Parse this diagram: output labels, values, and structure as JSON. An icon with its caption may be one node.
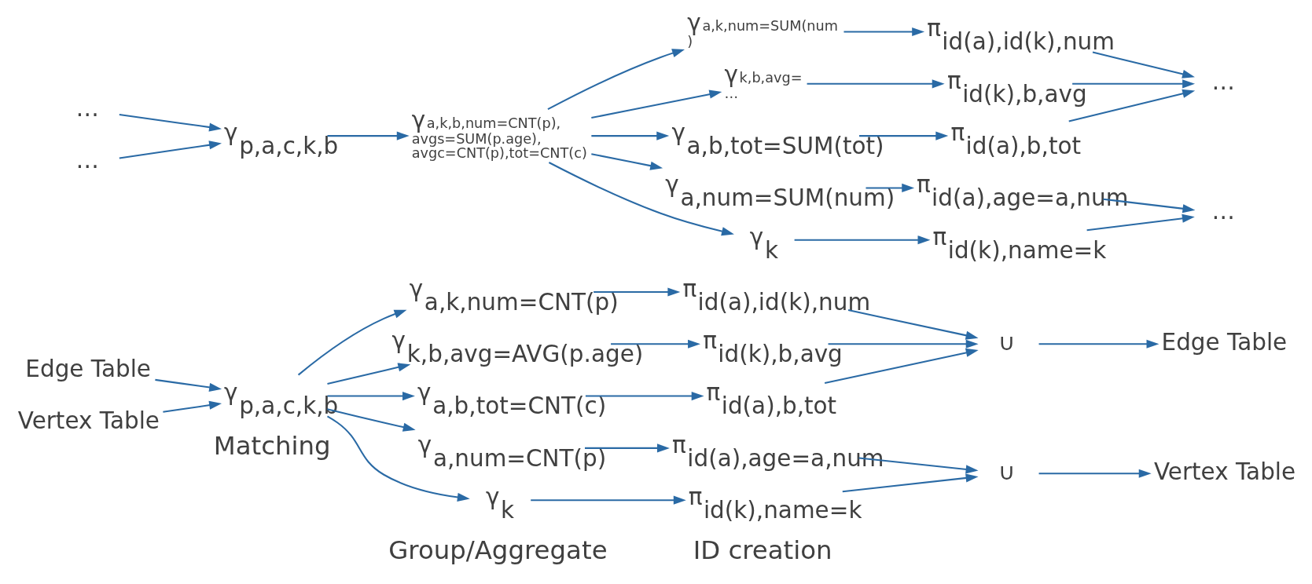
{
  "diagram": {
    "nodes": [
      {
        "text": [
          "Edge Table"
        ]
      },
      {
        "text": [
          "Vertex Table"
        ]
      },
      {
        "text": [
          "γ$_{p,a,c,k,b}$"
        ]
      },
      {
        "text": [
          "γ$_{a,k,num=CNT(p)}$"
        ]
      },
      {
        "text": [
          "γ$_{k,b,avg=AVG(p.age)}$"
        ]
      },
      {
        "text": [
          "γ$_{a,b,tot=CNT(c)}$"
        ]
      },
      {
        "text": [
          "γ$_{a,num=CNT(p)}$"
        ]
      },
      {
        "text": [
          "γ$_{k}$"
        ]
      },
      {
        "text": [
          "π$_{id(a),id(k),num}$"
        ]
      },
      {
        "text": [
          "π$_{id(k),b,avg}$"
        ]
      },
      {
        "text": [
          "π$_{id(a),b,tot}$"
        ]
      },
      {
        "text": [
          "π$_{id(a),age=a,num}$"
        ]
      },
      {
        "text": [
          "π$_{id(k),name=k}$"
        ]
      },
      {
        "text": [
          "∪"
        ]
      },
      {
        "text": [
          "∪"
        ]
      },
      {
        "text": [
          "Edge Table"
        ]
      },
      {
        "text": [
          "Vertex Table"
        ]
      },
      {
        "text": [
          "…"
        ]
      },
      {
        "text": [
          "…"
        ]
      },
      {
        "text": [
          "γ$_{p,a,c,k,b}$"
        ]
      },
      {
        "text": [
          "γ$_{a,k,b,num=CNT(p), avgs=SUM(p.age), avgc=CNT(p),tot=CNT(c)}$"
        ]
      },
      {
        "text": [
          "γ$_{a,k,num=SUM(num )}$"
        ]
      },
      {
        "text": [
          "γ$_{k,b,avg= …}$"
        ]
      },
      {
        "text": [
          "γ$_{a,b,tot=SUM(tot)}$"
        ]
      },
      {
        "text": [
          "γ$_{a,num=SUM(num)}$"
        ]
      },
      {
        "text": [
          "γ$_{k}$"
        ]
      },
      {
        "text": [
          "π$_{id(a),id(k),num}$"
        ]
      },
      {
        "text": [
          "π$_{id(k),b,avg}$"
        ]
      },
      {
        "text": [
          "π$_{id(a),b,tot}$"
        ]
      },
      {
        "text": [
          "π$_{id(a),age=a,num}$"
        ]
      },
      {
        "text": [
          "π$_{id(k),name=k}$"
        ]
      },
      {
        "text": [
          "…"
        ]
      },
      {
        "text": [
          "…"
        ]
      }
    ],
    "edges": [
      {
        "from": 0,
        "to": 2,
        "arrow": "to"
      },
      {
        "from": 1,
        "to": 2,
        "arrow": "to"
      },
      {
        "from": 2,
        "to": 3,
        "arrow": "to"
      },
      {
        "from": 2,
        "to": 4,
        "arrow": "to"
      },
      {
        "from": 2,
        "to": 5,
        "arrow": "to"
      },
      {
        "from": 2,
        "to": 6,
        "arrow": "to"
      },
      {
        "from": 2,
        "to": 7,
        "arrow": "to"
      },
      {
        "from": 3,
        "to": 8,
        "arrow": "to"
      },
      {
        "from": 4,
        "to": 9,
        "arrow": "to"
      },
      {
        "from": 5,
        "to": 10,
        "arrow": "to"
      },
      {
        "from": 6,
        "to": 11,
        "arrow": "to"
      },
      {
        "from": 7,
        "to": 12,
        "arrow": "to"
      },
      {
        "from": 8,
        "to": 13,
        "arrow": "to"
      },
      {
        "from": 9,
        "to": 13,
        "arrow": "to"
      },
      {
        "from": 10,
        "to": 13,
        "arrow": "to"
      },
      {
        "from": 11,
        "to": 14,
        "arrow": "to"
      },
      {
        "from": 12,
        "to": 14,
        "arrow": "to"
      },
      {
        "from": 13,
        "to": 15,
        "arrow": "to"
      },
      {
        "from": 14,
        "to": 16,
        "arrow": "to"
      },
      {
        "from": 17,
        "to": 19,
        "arrow": "to"
      },
      {
        "from": 18,
        "to": 19,
        "arrow": "to"
      },
      {
        "from": 19,
        "to": 20,
        "arrow": "to"
      },
      {
        "from": 20,
        "to": 21,
        "arrow": "to"
      },
      {
        "from": 20,
        "to": 22,
        "arrow": "to"
      },
      {
        "from": 20,
        "to": 23,
        "arrow": "to"
      },
      {
        "from": 20,
        "to": 24,
        "arrow": "to"
      },
      {
        "from": 20,
        "to": 25,
        "arrow": "to"
      },
      {
        "from": 21,
        "to": 26,
        "arrow": "to"
      },
      {
        "from": 22,
        "to": 27,
        "arrow": "to"
      },
      {
        "from": 23,
        "to": 28,
        "arrow": "to"
      },
      {
        "from": 24,
        "to": 29,
        "arrow": "to"
      },
      {
        "from": 25,
        "to": 30,
        "arrow": "to"
      },
      {
        "from": 26,
        "to": 31,
        "arrow": "to"
      },
      {
        "from": 27,
        "to": 31,
        "arrow": "to"
      },
      {
        "from": 28,
        "to": 31,
        "arrow": "to"
      },
      {
        "from": 29,
        "to": 32,
        "arrow": "to"
      },
      {
        "from": 30,
        "to": 32,
        "arrow": "to"
      }
    ],
    "labels": [
      "Matching",
      "Group/Aggregate",
      "ID creation"
    ]
  }
}
